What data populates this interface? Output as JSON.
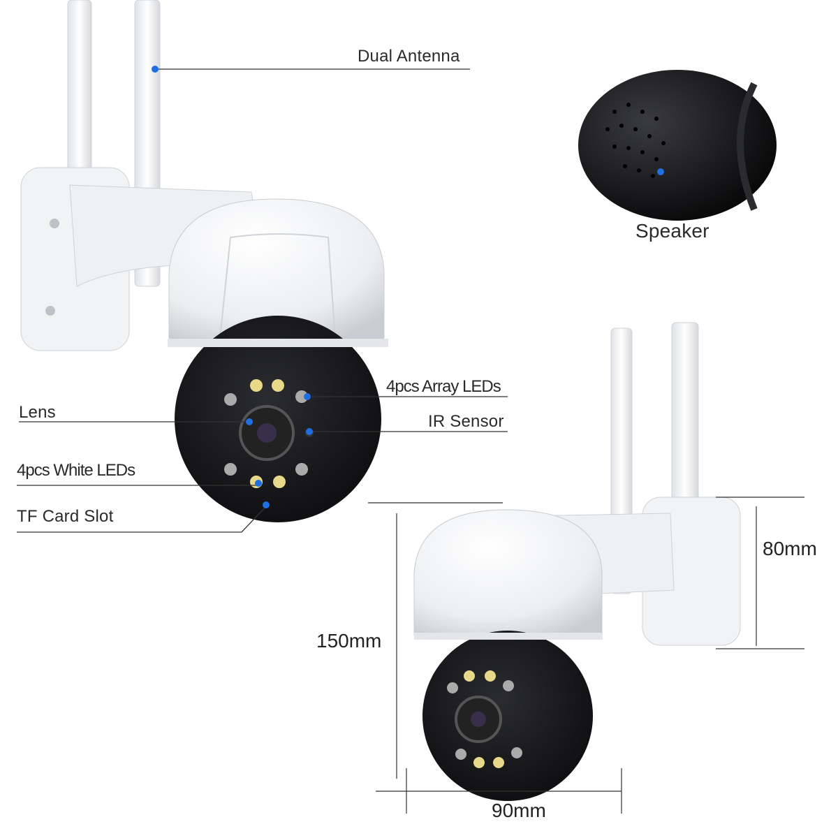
{
  "labels": {
    "dual_antenna": "Dual Antenna",
    "speaker": "Speaker",
    "array_leds": "4pcs Array LEDs",
    "lens": "Lens",
    "ir_sensor": "IR Sensor",
    "white_leds": "4pcs White LEDs",
    "tf_card_slot": "TF Card Slot"
  },
  "dimensions": {
    "height_bracket": "80mm",
    "height_total": "150mm",
    "width": "90mm"
  },
  "colors": {
    "marker_dot": "#1f6fe0",
    "camera_body_white": "#f4f5f7",
    "camera_head_black": "#1b1c1f",
    "leader_line": "#333333"
  }
}
